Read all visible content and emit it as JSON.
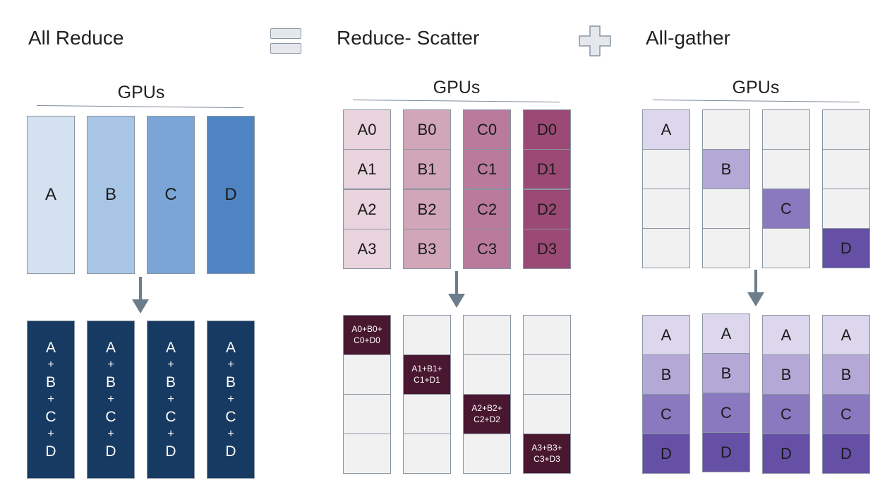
{
  "titles": {
    "all_reduce": "All Reduce",
    "reduce_scatter": "Reduce- Scatter",
    "all_gather": "All-gather"
  },
  "operators": {
    "equals": "equals-icon",
    "plus": "plus-icon"
  },
  "gpus_label": "GPUs",
  "all_reduce": {
    "inputs": [
      "A",
      "B",
      "C",
      "D"
    ],
    "input_colors": [
      "#d4e1f1",
      "#a9c5e6",
      "#7aa5d6",
      "#4f84c2"
    ],
    "output_color": "#173a62",
    "outputs": [
      [
        "A",
        "+",
        "B",
        "+",
        "C",
        "+",
        "D"
      ],
      [
        "A",
        "+",
        "B",
        "+",
        "C",
        "+",
        "D"
      ],
      [
        "A",
        "+",
        "B",
        "+",
        "C",
        "+",
        "D"
      ],
      [
        "A",
        "+",
        "B",
        "+",
        "C",
        "+",
        "D"
      ]
    ]
  },
  "reduce_scatter": {
    "input_colors": [
      "#e9d3dc",
      "#d1a6b8",
      "#b97a9b",
      "#9a4a74"
    ],
    "inputs": [
      [
        "A0",
        "A1",
        "A2",
        "A3"
      ],
      [
        "B0",
        "B1",
        "B2",
        "B3"
      ],
      [
        "C0",
        "C1",
        "C2",
        "C3"
      ],
      [
        "D0",
        "D1",
        "D2",
        "D3"
      ]
    ],
    "outputs": [
      [
        "A0+B0+",
        "C0+D0"
      ],
      [
        "A1+B1+",
        "C1+D1"
      ],
      [
        "A2+B2+",
        "C2+D2"
      ],
      [
        "A3+B3+",
        "C3+D3"
      ]
    ],
    "output_color": "#4a1730"
  },
  "all_gather": {
    "colors": [
      "#dcd7ec",
      "#b3a8d6",
      "#8a79be",
      "#6550a6"
    ],
    "inputs": [
      "A",
      "B",
      "C",
      "D"
    ],
    "outputs": [
      "A",
      "B",
      "C",
      "D"
    ]
  }
}
